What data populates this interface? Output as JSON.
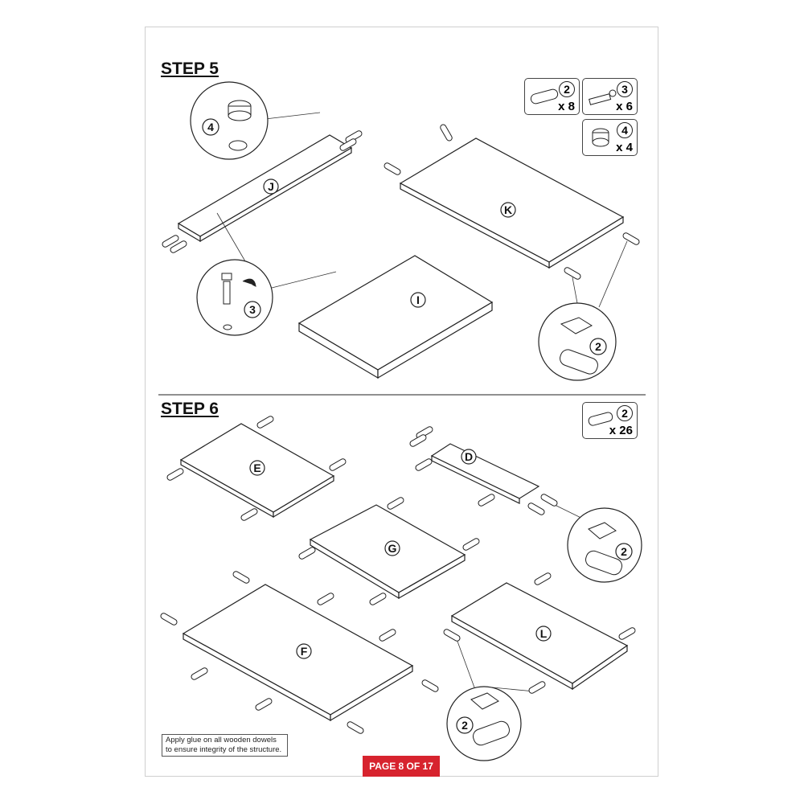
{
  "steps": [
    {
      "title": "STEP 5"
    },
    {
      "title": "STEP 6"
    }
  ],
  "step5": {
    "legend": [
      {
        "part": "2",
        "qty": "x 8",
        "icon": "wooden-dowel-icon"
      },
      {
        "part": "3",
        "qty": "x 6",
        "icon": "cam-bolt-icon"
      },
      {
        "part": "4",
        "qty": "x 4",
        "icon": "cam-lock-icon"
      }
    ],
    "panels": [
      "J",
      "K",
      "I"
    ],
    "details": [
      "4",
      "3",
      "2"
    ]
  },
  "step6": {
    "legend": [
      {
        "part": "2",
        "qty": "x 26",
        "icon": "wooden-dowel-icon"
      }
    ],
    "panels": [
      "E",
      "D",
      "G",
      "F",
      "L"
    ],
    "details": [
      "2",
      "2"
    ]
  },
  "note": "Apply glue on all wooden dowels to ensure integrity of the structure.",
  "page_label": "PAGE 8 OF 17",
  "colors": {
    "accent": "#d7232e",
    "line": "#222222"
  }
}
